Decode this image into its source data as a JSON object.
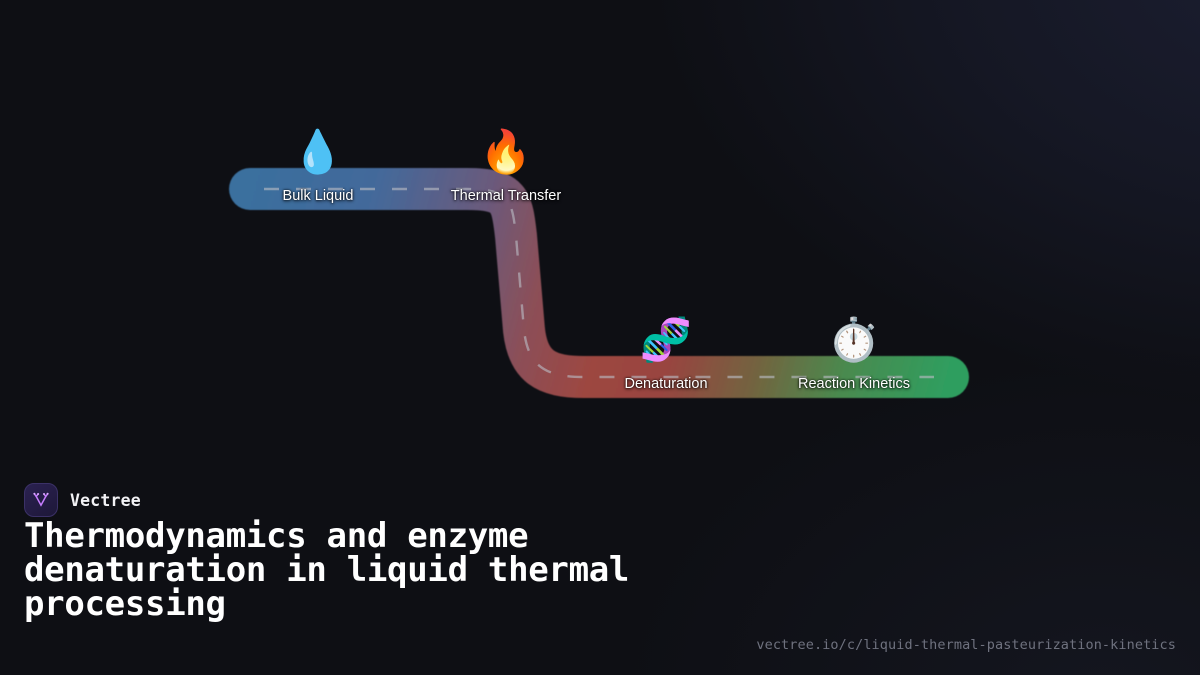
{
  "brand": {
    "name": "Vectree",
    "logo_icon": "vectree-v-tree-icon",
    "logo_accent": "#c77dff"
  },
  "headline": "Thermodynamics and enzyme denaturation in liquid thermal processing",
  "url": "vectree.io/c/liquid-thermal-pasteurization-kinetics",
  "background": {
    "base_color": "#0e0f14",
    "glow_color": "#1b1e31"
  },
  "roadmap": {
    "road_start_color": "#3a6f9e",
    "road_mid_color": "#8a4a4a",
    "road_end_color": "#2f9e5f",
    "dash_color": "#b9bcc4",
    "nodes": [
      {
        "label": "Bulk Liquid",
        "icon": "water-droplet-icon",
        "emoji": "💧",
        "color": "#3a6f9e"
      },
      {
        "label": "Thermal Transfer",
        "icon": "fire-icon",
        "emoji": "🔥",
        "color": "#a8523f"
      },
      {
        "label": "Denaturation",
        "icon": "dna-icon",
        "emoji": "🧬",
        "color": "#9c4b45"
      },
      {
        "label": "Reaction Kinetics",
        "icon": "stopwatch-icon",
        "emoji": "⏱️",
        "color": "#2f9e5f"
      }
    ]
  }
}
